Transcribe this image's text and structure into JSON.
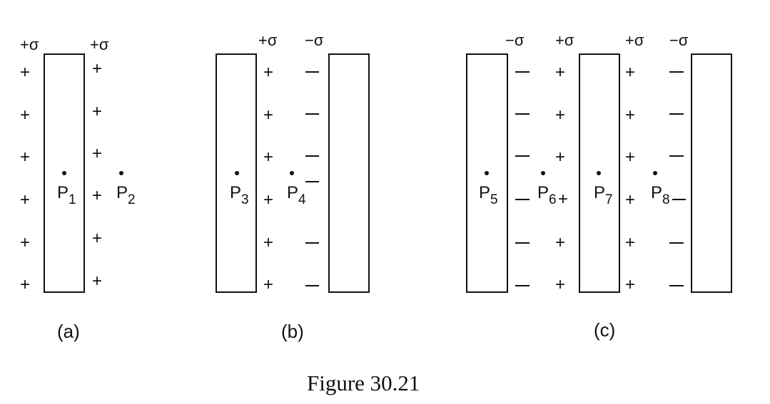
{
  "caption": "Figure 30.21",
  "panels": [
    {
      "label": "(a)",
      "sigma_labels": [
        "+σ",
        "+σ"
      ],
      "plates": 1,
      "points": [
        {
          "name": "P",
          "sub": "1"
        },
        {
          "name": "P",
          "sub": "2"
        }
      ]
    },
    {
      "label": "(b)",
      "sigma_labels": [
        "+σ",
        "−σ"
      ],
      "plates": 2,
      "points": [
        {
          "name": "P",
          "sub": "3"
        },
        {
          "name": "P",
          "sub": "4"
        }
      ]
    },
    {
      "label": "(c)",
      "sigma_labels": [
        "−σ",
        "+σ",
        "+σ",
        "−σ"
      ],
      "plates": 3,
      "points": [
        {
          "name": "P",
          "sub": "5"
        },
        {
          "name": "P",
          "sub": "6"
        },
        {
          "name": "P",
          "sub": "7"
        },
        {
          "name": "P",
          "sub": "8"
        }
      ]
    }
  ],
  "charge_symbols": {
    "positive": "+",
    "negative": "–"
  }
}
